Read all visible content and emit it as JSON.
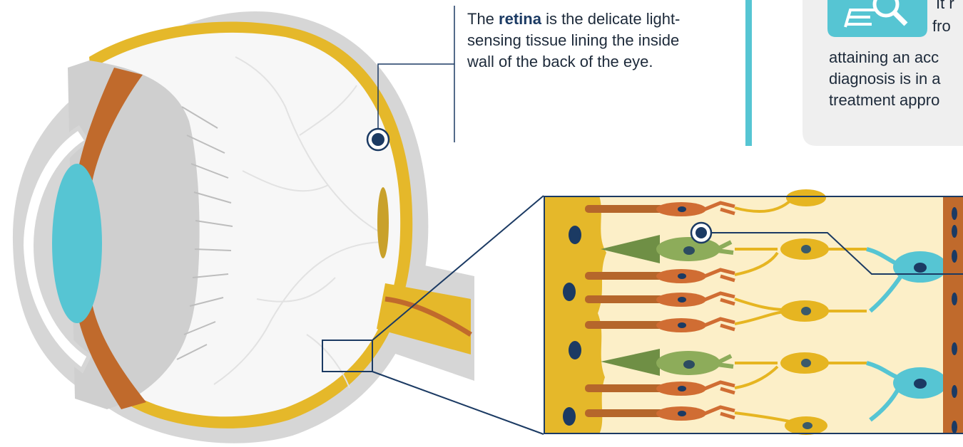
{
  "retina_callout": {
    "before": "The ",
    "highlight": "retina",
    "after": " is the delicate light-sensing tissue lining the inside wall of the back of the eye."
  },
  "info_card": {
    "icon": "magnifier-document-icon",
    "line_1": "It r",
    "line_2": "fro",
    "line_3": "attaining an acc",
    "line_4": "diagnosis is in a",
    "line_5": "treatment appro"
  },
  "colors": {
    "sclera": "#d6d6d6",
    "retina": "#e5b82a",
    "iris": "#c06a2c",
    "lens": "#56c5d3",
    "navy": "#1b3a63",
    "card": "#efefef",
    "accent_bar": "#56c5d3",
    "cone": "#8dac5a",
    "rod": "#d06d33",
    "bipolar": "#e6b521",
    "ganglion": "#56c5d3",
    "epithelium": "#c06a2c"
  }
}
